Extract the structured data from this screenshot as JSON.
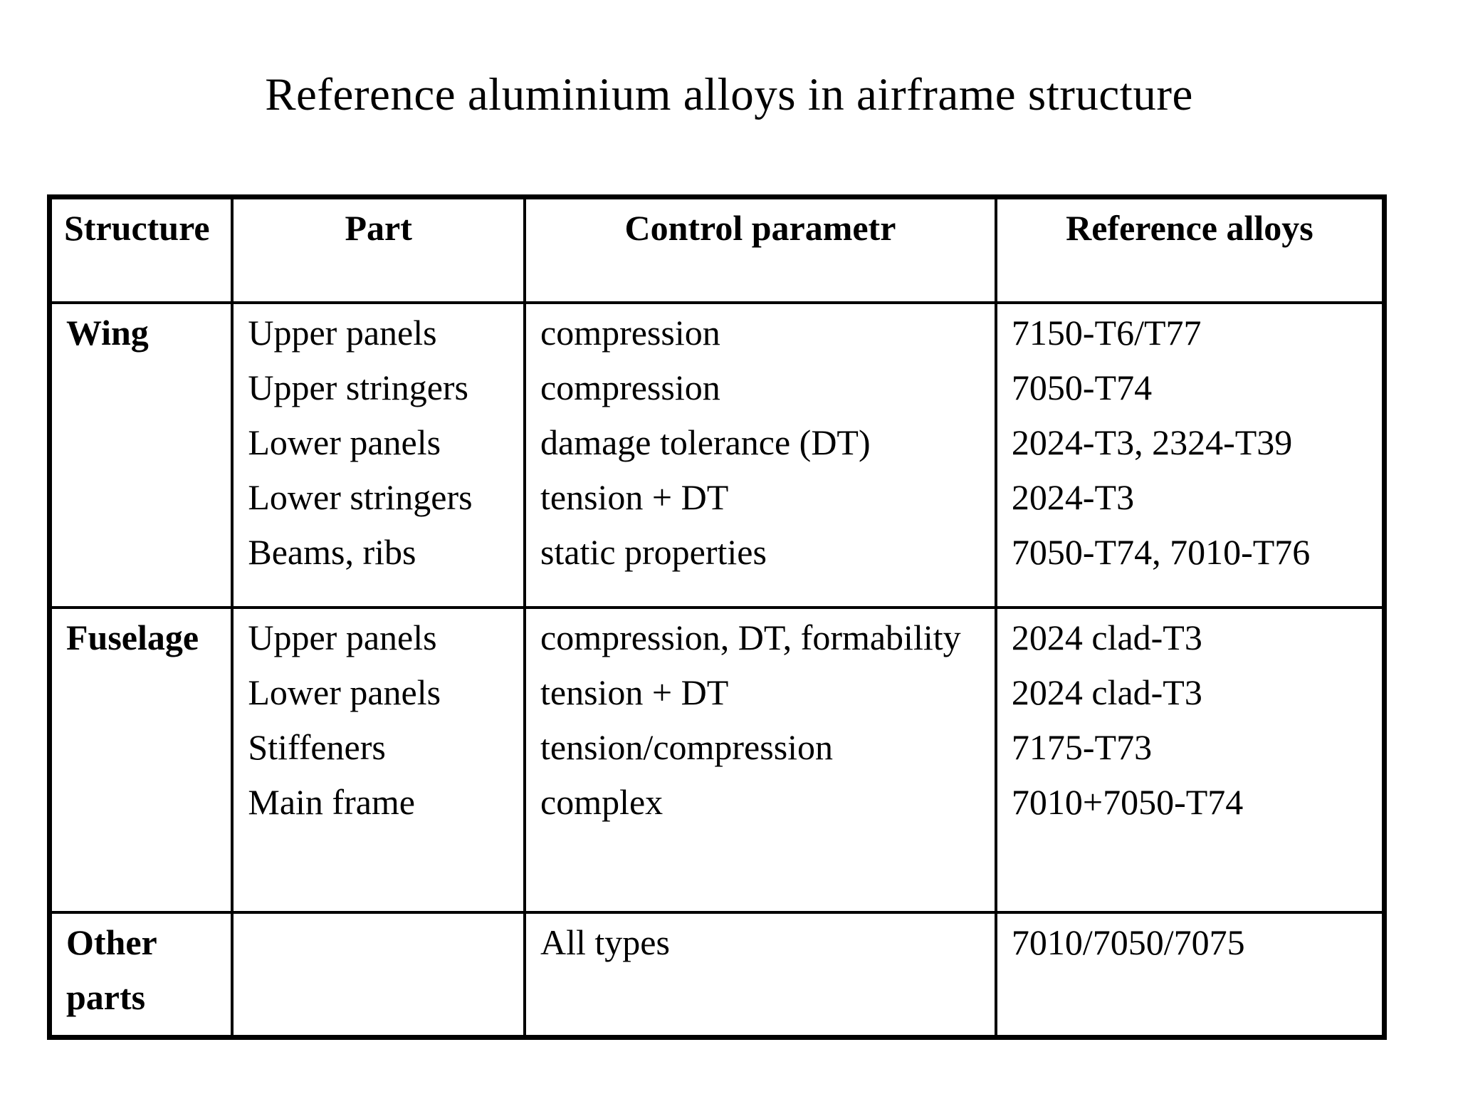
{
  "title": "Reference aluminium alloys in airframe structure",
  "colors": {
    "background": "#ffffff",
    "text": "#000000",
    "border": "#000000"
  },
  "table": {
    "headers": [
      "Structure",
      "Part",
      "Control parametr",
      "Reference alloys"
    ],
    "rows": [
      {
        "structure": "Wing",
        "parts": [
          "Upper panels",
          "Upper stringers",
          "Lower panels",
          "Lower stringers",
          "Beams, ribs"
        ],
        "params": [
          "compression",
          "compression",
          "damage tolerance (DT)",
          "tension + DT",
          "static properties"
        ],
        "alloys": [
          "7150-T6/T77",
          "7050-T74",
          "2024-T3, 2324-T39",
          "2024-T3",
          "7050-T74, 7010-T76"
        ]
      },
      {
        "structure": "Fuselage",
        "parts": [
          "Upper panels",
          "Lower panels",
          "Stiffeners",
          "Main frame"
        ],
        "params": [
          "compression, DT, formability",
          "tension + DT",
          "tension/compression",
          "complex"
        ],
        "alloys": [
          "2024 clad-T3",
          "2024 clad-T3",
          "7175-T73",
          "7010+7050-T74"
        ]
      },
      {
        "structure": "Other parts",
        "parts": [],
        "params": [
          "All types"
        ],
        "alloys": [
          "7010/7050/7075"
        ]
      }
    ]
  }
}
